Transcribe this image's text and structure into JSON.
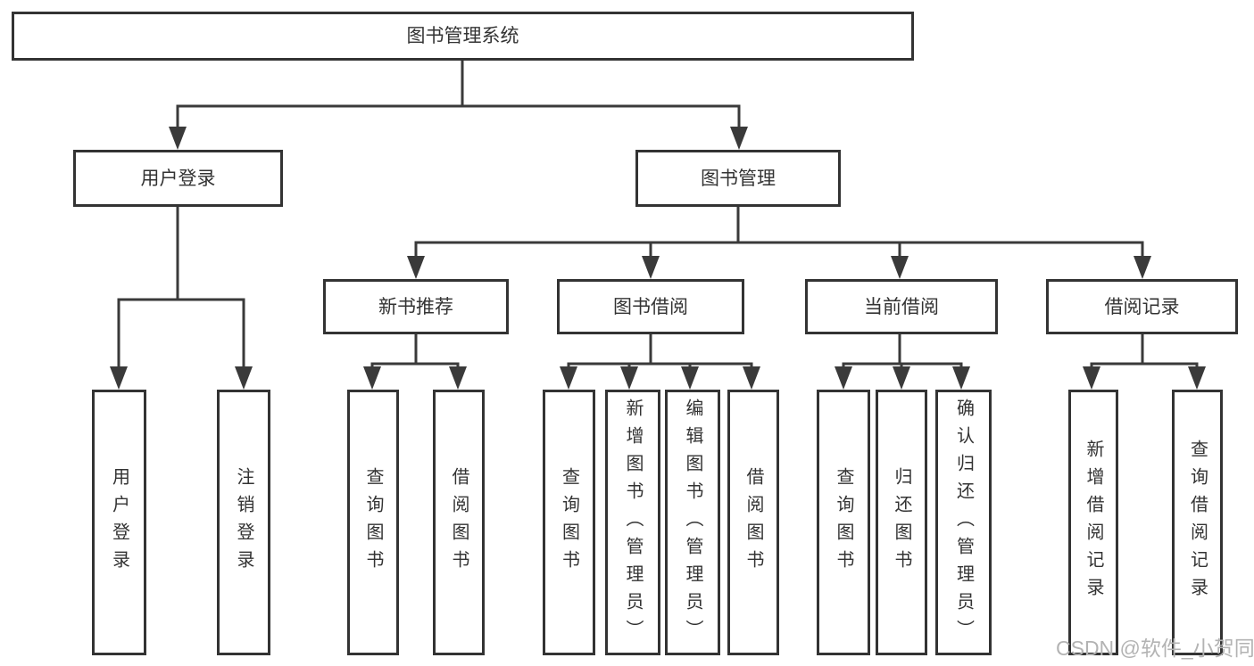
{
  "colors": {
    "line": "#3a3a3a",
    "text": "#333333",
    "watermark": "#b3b3b3",
    "background": "#ffffff"
  },
  "watermark": {
    "text": "CSDN @软件_小贺同学"
  },
  "tree": {
    "root": {
      "label": "图书管理系统",
      "children": [
        {
          "label": "用户登录",
          "children": [
            {
              "label": "用户登录"
            },
            {
              "label": "注销登录"
            }
          ]
        },
        {
          "label": "图书管理",
          "children": [
            {
              "label": "新书推荐",
              "children": [
                {
                  "label": "查询图书"
                },
                {
                  "label": "借阅图书"
                }
              ]
            },
            {
              "label": "图书借阅",
              "children": [
                {
                  "label": "查询图书"
                },
                {
                  "label": "新增图书（管理员）"
                },
                {
                  "label": "编辑图书（管理员）"
                },
                {
                  "label": "借阅图书"
                }
              ]
            },
            {
              "label": "当前借阅",
              "children": [
                {
                  "label": "查询图书"
                },
                {
                  "label": "归还图书"
                },
                {
                  "label": "确认归还（管理员）"
                }
              ]
            },
            {
              "label": "借阅记录",
              "children": [
                {
                  "label": "新增借阅记录"
                },
                {
                  "label": "查询借阅记录"
                }
              ]
            }
          ]
        }
      ]
    }
  }
}
